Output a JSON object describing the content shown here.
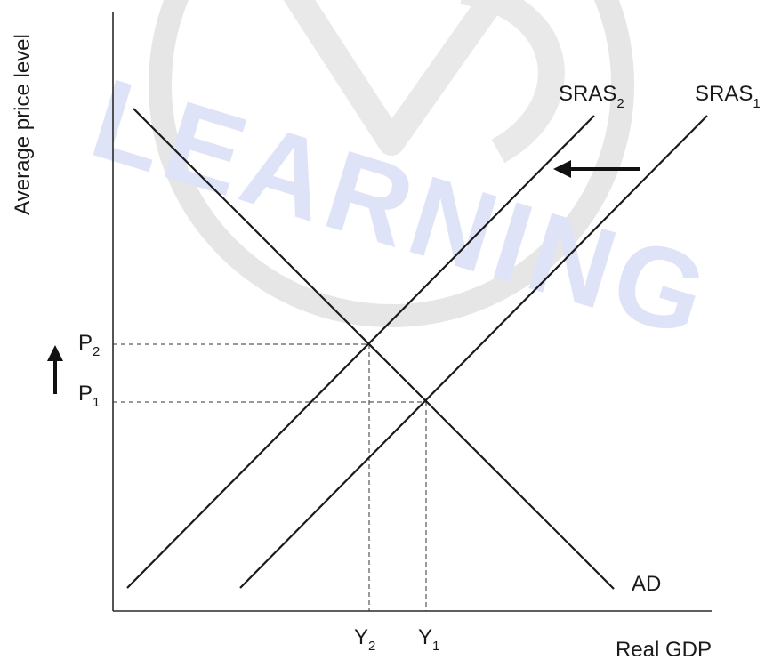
{
  "watermark": {
    "text": "LEARNING",
    "logo_icon": "vd-circle-logo-icon"
  },
  "axes": {
    "y_label": "Average price level",
    "x_label": "Real GDP"
  },
  "curves": {
    "sras1": {
      "base": "SRAS",
      "sub": "1"
    },
    "sras2": {
      "base": "SRAS",
      "sub": "2"
    },
    "ad": {
      "base": "AD"
    }
  },
  "levels": {
    "p1": {
      "base": "P",
      "sub": "1"
    },
    "p2": {
      "base": "P",
      "sub": "2"
    },
    "y1": {
      "base": "Y",
      "sub": "1"
    },
    "y2": {
      "base": "Y",
      "sub": "2"
    }
  },
  "arrows": {
    "shift_arrow_icon": "left-arrow-icon",
    "price_arrow_icon": "up-arrow-icon"
  }
}
